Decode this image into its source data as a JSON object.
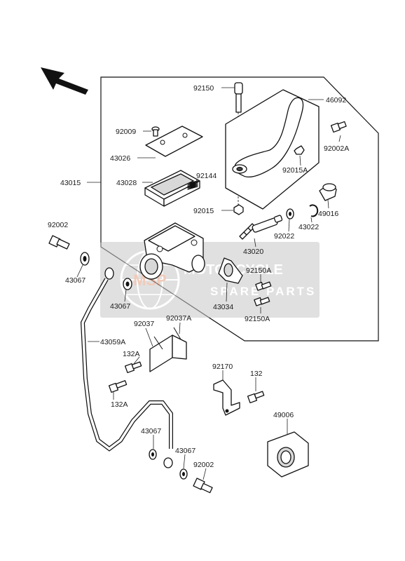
{
  "callouts": {
    "p92150": "92150",
    "p46092": "46092",
    "p92009": "92009",
    "p92002A_top": "92002A",
    "p43026": "43026",
    "p43015": "43015",
    "p43028": "43028",
    "p92144": "92144",
    "p92015A": "92015A",
    "p92015": "92015",
    "p49016": "49016",
    "p43022": "43022",
    "p92022": "92022",
    "p92002_left": "92002",
    "p43020": "43020",
    "p92150A_1": "92150A",
    "p43067_a": "43067",
    "p43067_b": "43067",
    "p43034": "43034",
    "p92150A_2": "92150A",
    "p92037": "92037",
    "p92037A": "92037A",
    "p43059A": "43059A",
    "p132A_1": "132A",
    "p132A_2": "132A",
    "p92170": "92170",
    "p132": "132",
    "p49006": "49006",
    "p43067_c": "43067",
    "p43067_d": "43067",
    "p92002_bottom": "92002"
  },
  "watermark": {
    "line1": "MOTORCYCLE",
    "line2": "SPARE PARTS",
    "badge": "MSP"
  },
  "colors": {
    "watermark_bg": "#c8c8c8",
    "watermark_accent": "#e8a080",
    "ink": "#111111"
  }
}
